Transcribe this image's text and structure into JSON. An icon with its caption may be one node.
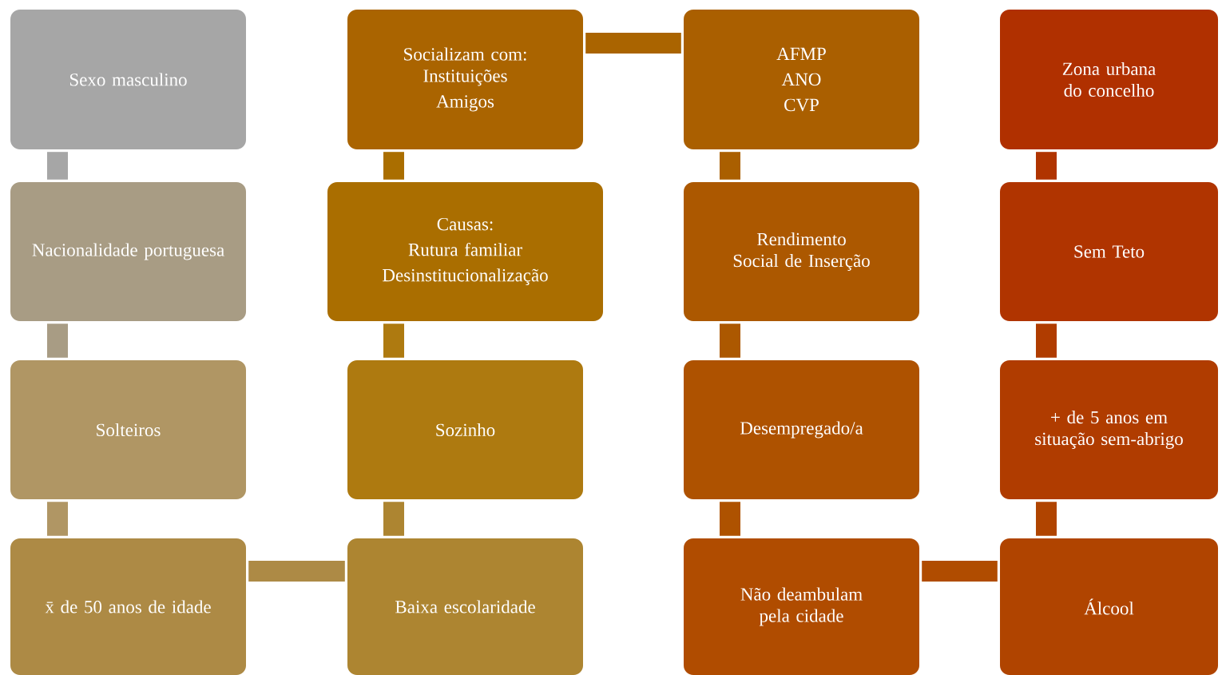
{
  "diagram": {
    "nodes": [
      {
        "text": [
          "Sexo masculino"
        ]
      },
      {
        "text": [
          "Nacionalidade portuguesa"
        ]
      },
      {
        "text": [
          "Solteiros"
        ]
      },
      {
        "text": [
          "x̄ de 50 anos de idade"
        ]
      },
      {
        "text": [
          "Baixa escolaridade"
        ]
      },
      {
        "text": [
          "Sozinho"
        ]
      },
      {
        "text": [
          "Causas:",
          "Rutura familiar",
          "Desinstitucionalização"
        ]
      },
      {
        "text": [
          "Socializam com: Instituições",
          "Amigos"
        ]
      },
      {
        "text": [
          "AFMP",
          "ANO",
          "CVP"
        ]
      },
      {
        "text": [
          "Rendimento Social de Inserção"
        ]
      },
      {
        "text": [
          "Desempregado/a"
        ]
      },
      {
        "text": [
          "Não deambulam pela cidade"
        ]
      },
      {
        "text": [
          "Álcool"
        ]
      },
      {
        "text": [
          "+ de 5 anos em situação sem-abrigo"
        ]
      },
      {
        "text": [
          "Sem Teto"
        ]
      },
      {
        "text": [
          "Zona urbana do concelho"
        ]
      }
    ],
    "edges": [
      {
        "from": 0,
        "to": 1,
        "arrow": "none",
        "color": "#a6a6a6"
      },
      {
        "from": 1,
        "to": 2,
        "arrow": "none",
        "color": "#a89c84"
      },
      {
        "from": 2,
        "to": 3,
        "arrow": "none",
        "color": "#b09664"
      },
      {
        "from": 3,
        "to": 4,
        "arrow": "none",
        "color": "#ad8a45"
      },
      {
        "from": 4,
        "to": 5,
        "arrow": "none",
        "color": "#ad8531"
      },
      {
        "from": 5,
        "to": 6,
        "arrow": "none",
        "color": "#ae7a10"
      },
      {
        "from": 6,
        "to": 7,
        "arrow": "none",
        "color": "#aa6e00"
      },
      {
        "from": 7,
        "to": 8,
        "arrow": "none",
        "color": "#aa6400"
      },
      {
        "from": 8,
        "to": 9,
        "arrow": "none",
        "color": "#aa5f00"
      },
      {
        "from": 9,
        "to": 10,
        "arrow": "none",
        "color": "#ac5800"
      },
      {
        "from": 10,
        "to": 11,
        "arrow": "none",
        "color": "#ae5200"
      },
      {
        "from": 11,
        "to": 12,
        "arrow": "none",
        "color": "#b04c00"
      },
      {
        "from": 12,
        "to": 13,
        "arrow": "none",
        "color": "#b04400"
      },
      {
        "from": 13,
        "to": 14,
        "arrow": "none",
        "color": "#b03c00"
      },
      {
        "from": 14,
        "to": 15,
        "arrow": "none",
        "color": "#b03400"
      }
    ]
  }
}
